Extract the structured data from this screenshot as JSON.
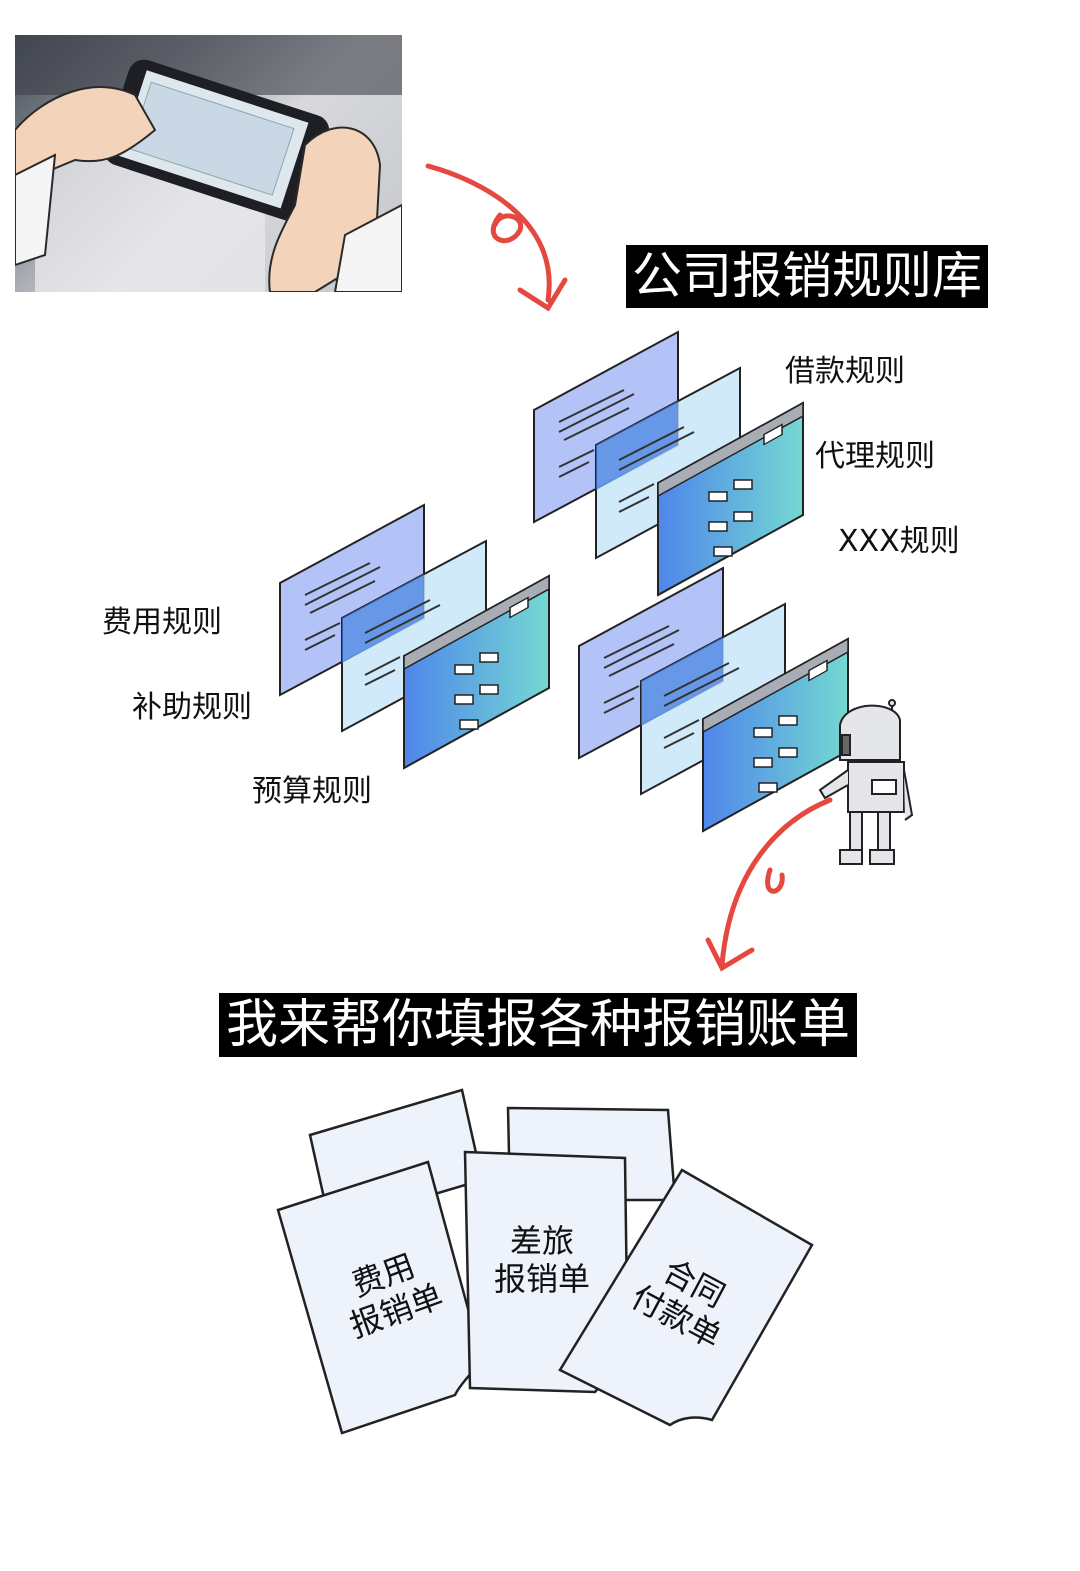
{
  "library_title": "公司报销规则库",
  "rules": {
    "top_stack": [
      "借款规则",
      "代理规则",
      "XXX规则"
    ],
    "left_stack": [
      "费用规则",
      "补助规则",
      "预算规则"
    ]
  },
  "assist_title": "我来帮你填报各种报销账单",
  "forms": [
    {
      "line1": "费用",
      "line2": "报销单"
    },
    {
      "line1": "差旅",
      "line2": "报销单"
    },
    {
      "line1": "合同",
      "line2": "付款单"
    }
  ],
  "colors": {
    "arrow": "#e5483f",
    "panel_back": "#b3c3f7",
    "panel_mid": "#c9e6f8",
    "panel_front_start": "#4f86ea",
    "panel_front_end": "#74d8d2"
  }
}
